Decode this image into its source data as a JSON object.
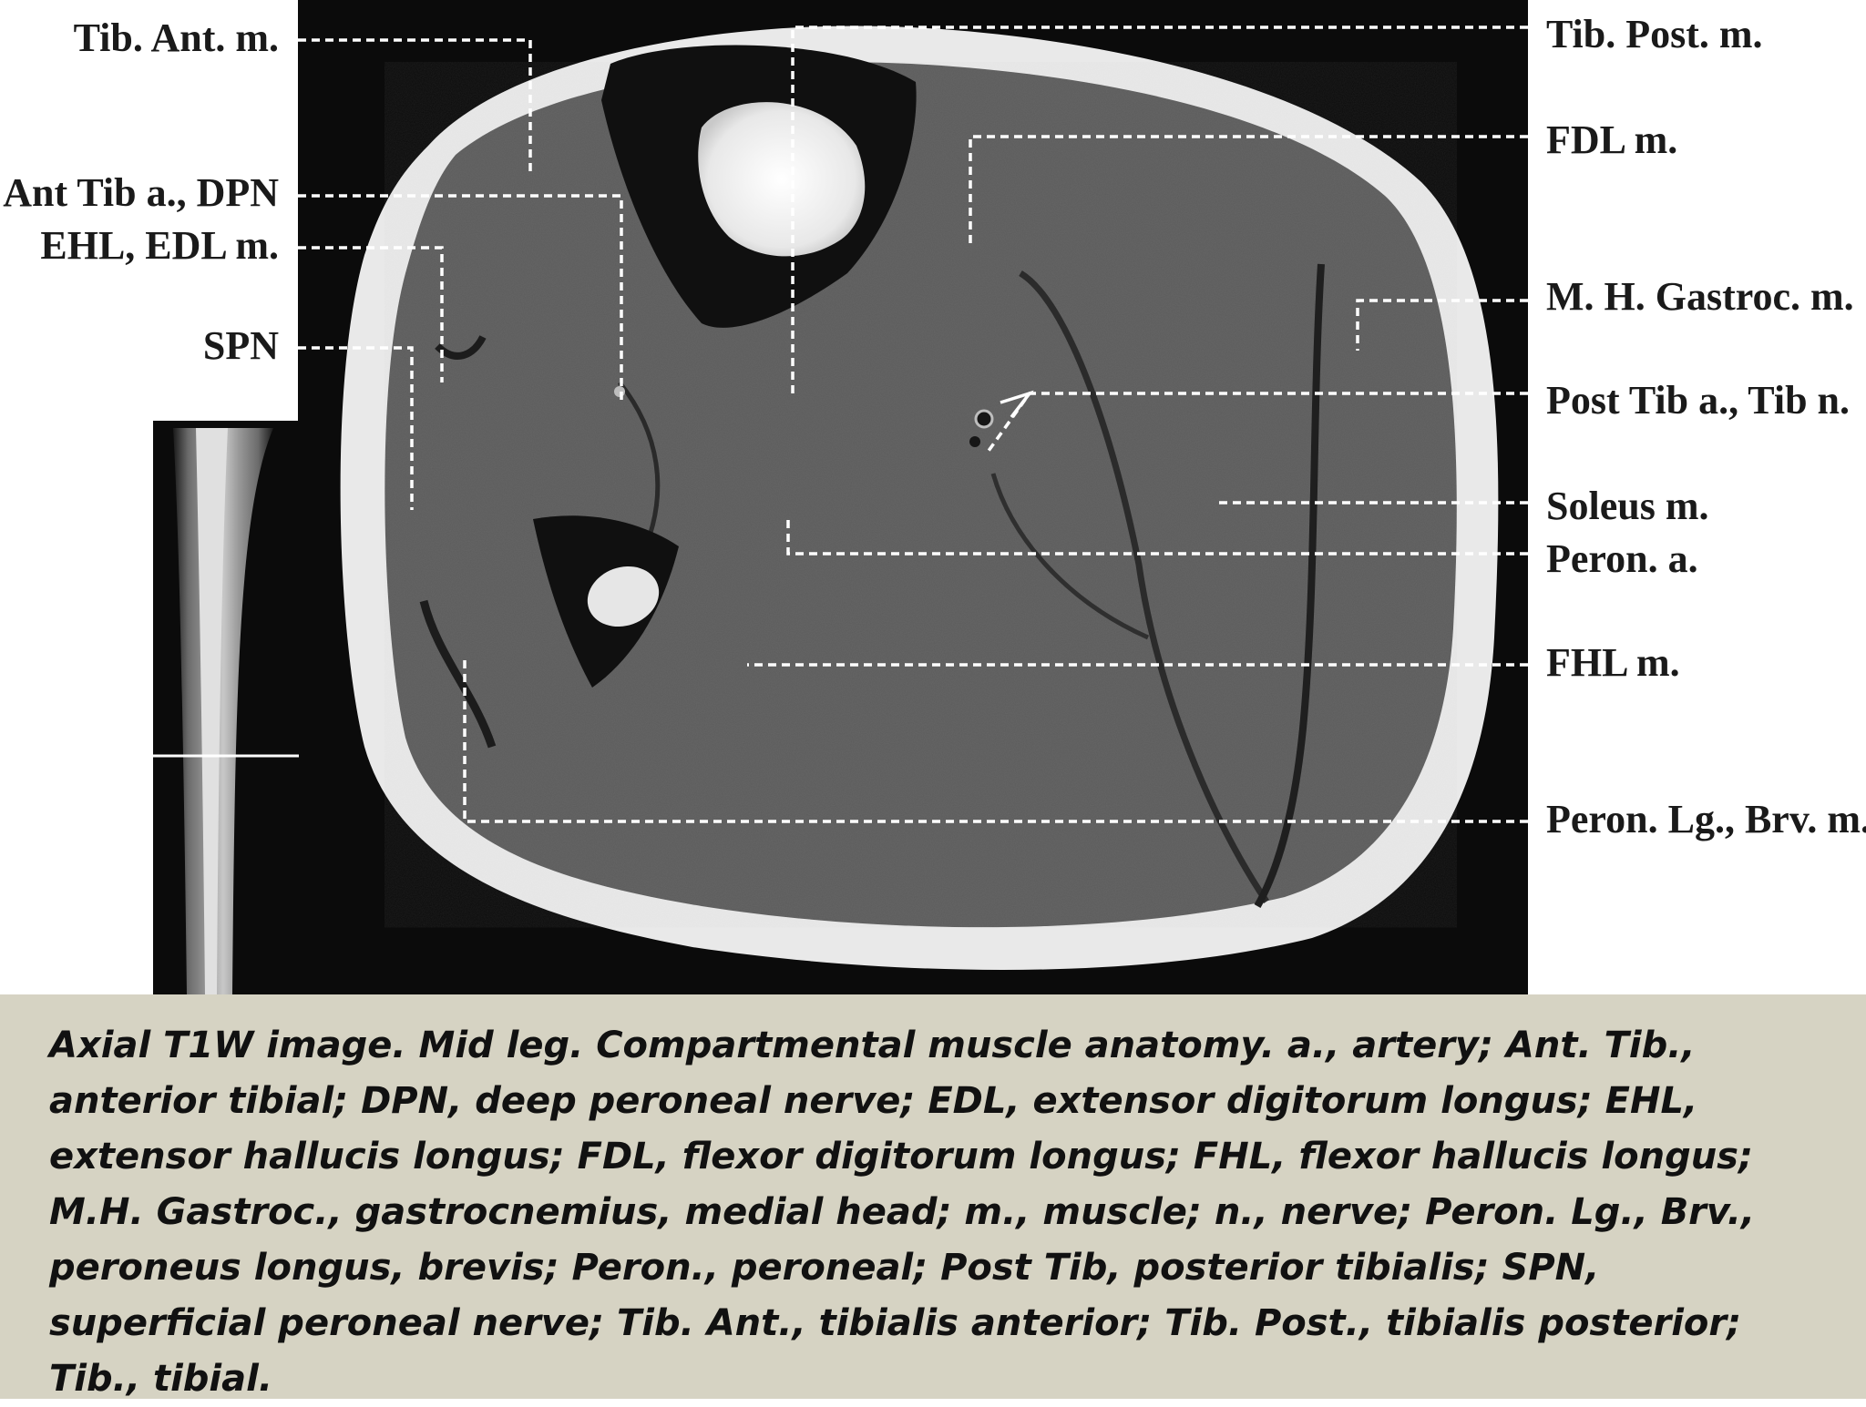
{
  "labels_left": [
    {
      "id": "tib-ant",
      "text": "Tib. Ant. m."
    },
    {
      "id": "ant-tib-a",
      "text": "Ant Tib a., DPN"
    },
    {
      "id": "ehl-edl",
      "text": "EHL, EDL m."
    },
    {
      "id": "spn",
      "text": "SPN"
    }
  ],
  "labels_right": [
    {
      "id": "tib-post",
      "text": "Tib. Post. m."
    },
    {
      "id": "fdl",
      "text": "FDL m."
    },
    {
      "id": "mh-gastroc",
      "text": "M. H. Gastroc. m."
    },
    {
      "id": "post-tib-a",
      "text": "Post Tib a., Tib n."
    },
    {
      "id": "soleus",
      "text": "Soleus m."
    },
    {
      "id": "peron-a",
      "text": "Peron. a."
    },
    {
      "id": "fhl",
      "text": "FHL m."
    },
    {
      "id": "peron-lg",
      "text": "Peron. Lg., Brv. m."
    }
  ],
  "caption": "Axial T1W image. Mid leg. Compartmental muscle anatomy. a., artery; Ant. Tib., anterior tibial; DPN, deep peroneal nerve; EDL, extensor digitorum longus; EHL, extensor hallucis longus; FDL, flexor digitorum longus; FHL, flexor hallucis longus; M.H. Gastroc., gastrocnemius, medial head; m., muscle; n., nerve; Peron. Lg., Brv., peroneus longus, brevis; Peron., peroneal; Post Tib, posterior tibialis; SPN, superficial peroneal nerve; Tib. Ant., tibialis anterior; Tib. Post., tibialis posterior; Tib., tibial.",
  "colors": {
    "background": "#ffffff",
    "mri_background": "#0b0b0b",
    "muscle": "#5a5a5a",
    "fat": "#e6e6e6",
    "bone": "#f2f2f2",
    "leader": "#ffffff",
    "caption_bg": "#d6d3c3",
    "text": "#1a1a1a"
  }
}
